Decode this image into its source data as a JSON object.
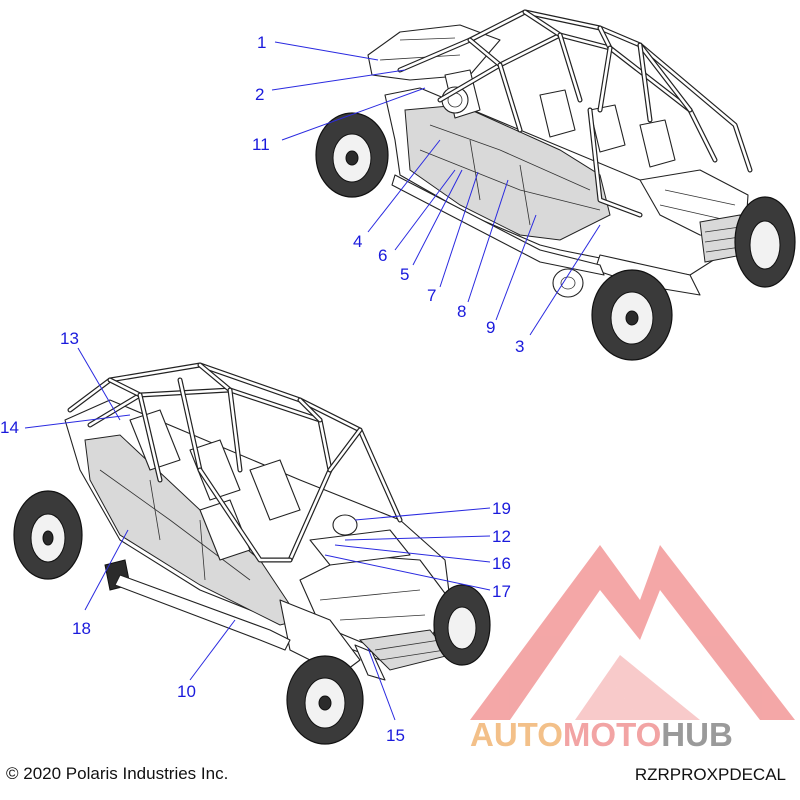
{
  "diagram": {
    "callouts": {
      "c1": "1",
      "c2": "2",
      "c3": "3",
      "c4": "4",
      "c5": "5",
      "c6": "6",
      "c7": "7",
      "c8": "8",
      "c9": "9",
      "c10": "10",
      "c11": "11",
      "c12": "12",
      "c13": "13",
      "c14": "14",
      "c15": "15",
      "c16": "16",
      "c17": "17",
      "c18": "18",
      "c19": "19"
    },
    "callout_color": "#1a1adc",
    "line_color": "#222222"
  },
  "footer": {
    "copyright": "© 2020 Polaris Industries Inc.",
    "part_code": "RZRPROXPDECAL"
  },
  "watermark": {
    "part1": "AUTO",
    "part2": "MOTO",
    "part3": "HUB",
    "colors": {
      "auto": "#f3c089",
      "moto": "#f2a4a4",
      "hub": "#9a9a9a",
      "logo": "#f08a8a"
    },
    "icon": "mountain-m-logo-icon"
  }
}
